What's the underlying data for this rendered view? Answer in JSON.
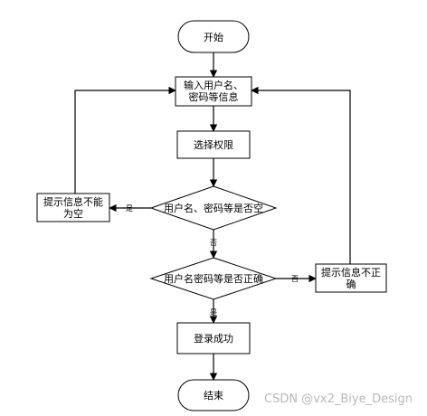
{
  "nodes": {
    "start": "开始",
    "input_line1": "输入用户名、",
    "input_line2": "密码等信息",
    "select": "选择权限",
    "check_empty": "用户名、密码等是否空",
    "empty_msg_line1": "提示信息不能",
    "empty_msg_line2": "为空",
    "check_correct": "用户名密码等是否正确",
    "wrong_msg_line1": "提示信息不正",
    "wrong_msg_line2": "确",
    "success": "登录成功",
    "end": "结束"
  },
  "edge_labels": {
    "empty_yes": "是",
    "empty_no": "否",
    "correct_no": "否",
    "correct_yes": "是"
  },
  "watermark": "CSDN @vx2_Biye_Design"
}
